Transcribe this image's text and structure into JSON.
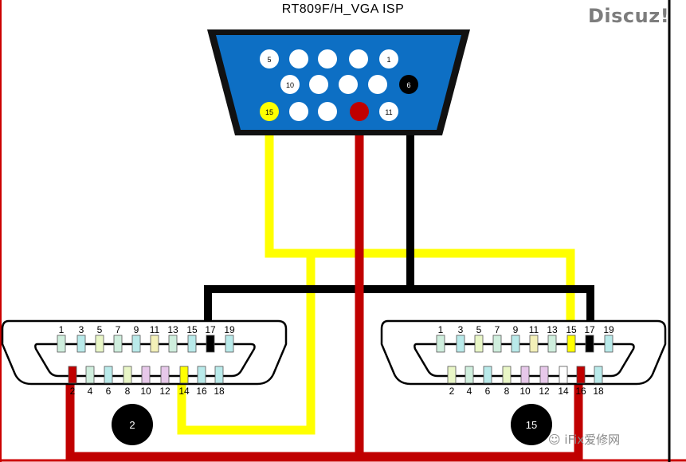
{
  "title": "RT809F/H_VGA  ISP",
  "logo": "Discuz!",
  "watermark": "iFix爱修网",
  "colors": {
    "vga_body": "#0d6fc4",
    "red_wire": "#c00000",
    "yellow_wire": "#ffff00",
    "black_wire": "#000000",
    "border": "#cc0000"
  },
  "vga": {
    "pin_labels": [
      "5",
      "1",
      "10",
      "6",
      "15",
      "11"
    ]
  },
  "hdmi_left": {
    "top_labels": [
      "1",
      "3",
      "5",
      "7",
      "9",
      "11",
      "13",
      "15",
      "17",
      "19"
    ],
    "bottom_labels": [
      "2",
      "4",
      "6",
      "8",
      "10",
      "12",
      "14",
      "16",
      "18"
    ],
    "badge": "2"
  },
  "hdmi_right": {
    "top_labels": [
      "1",
      "3",
      "5",
      "7",
      "9",
      "11",
      "13",
      "15",
      "17",
      "19"
    ],
    "bottom_labels": [
      "2",
      "4",
      "6",
      "8",
      "10",
      "12",
      "14",
      "16",
      "18"
    ],
    "badge": "15"
  }
}
